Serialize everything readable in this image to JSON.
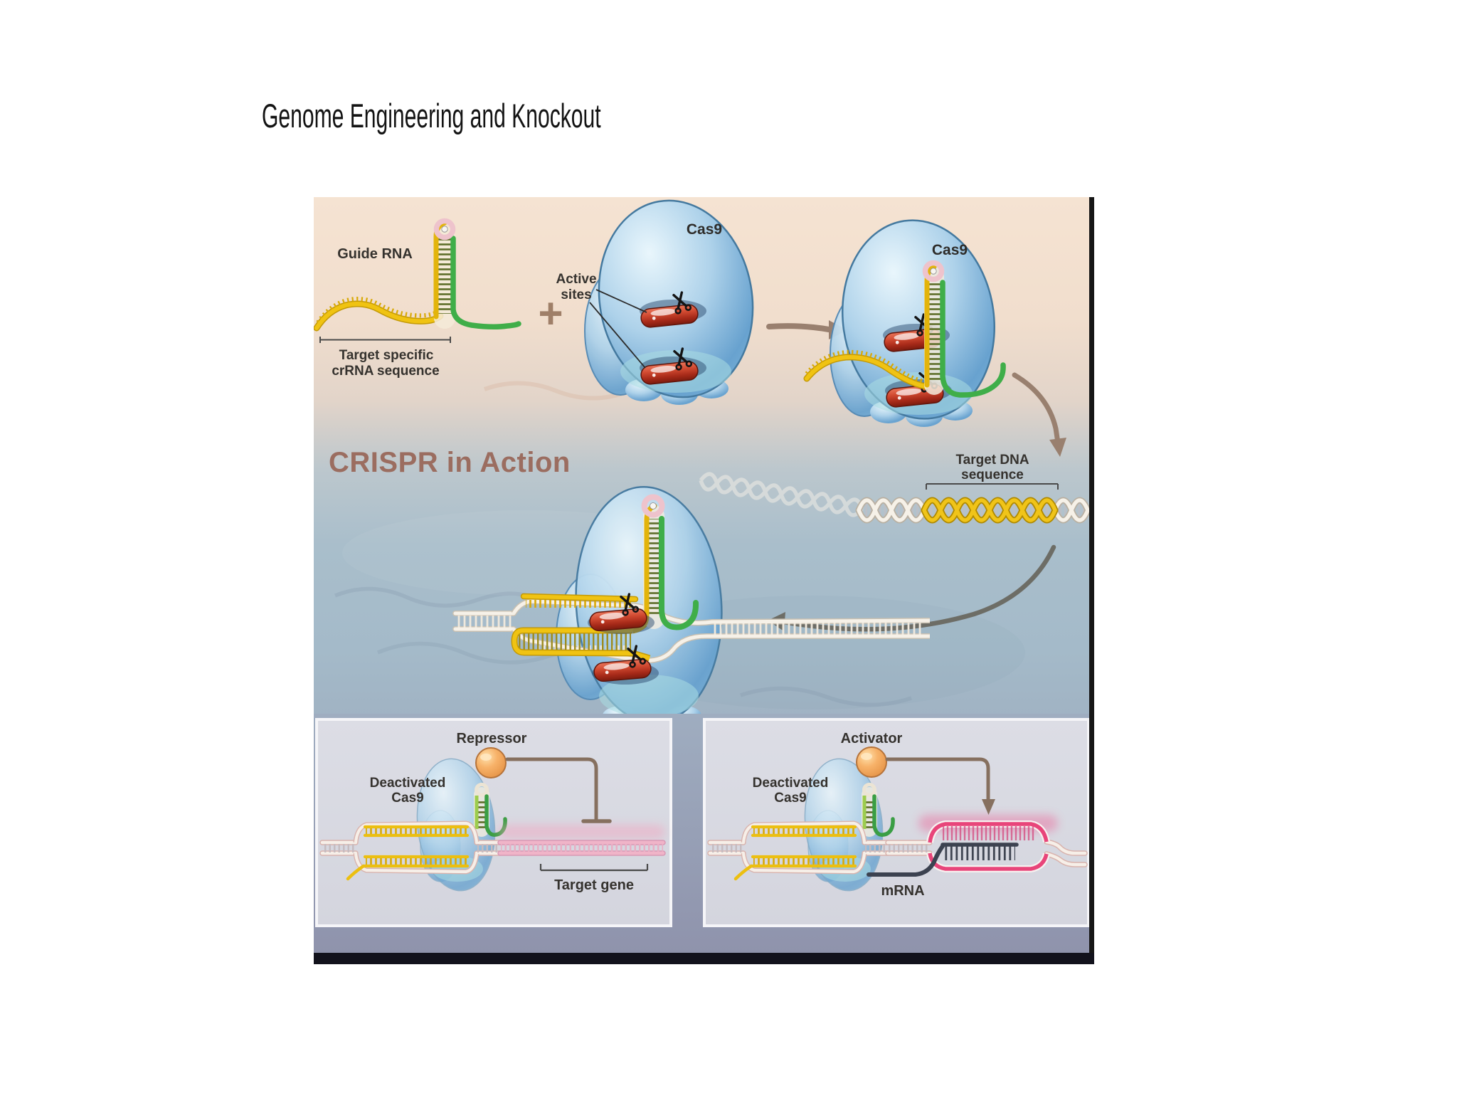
{
  "page": {
    "title": "Genome Engineering and Knockout"
  },
  "figure": {
    "heading": "CRISPR in Action",
    "labels": {
      "guide_rna": "Guide RNA",
      "crrna_line1": "Target specific",
      "crrna_line2": "crRNA sequence",
      "plus_sign": "+",
      "cas9_first": "Cas9",
      "active_sites_line1": "Active",
      "active_sites_line2": "sites",
      "cas9_second": "Cas9",
      "target_dna_line1": "Target DNA",
      "target_dna_line2": "sequence"
    },
    "repressor_panel": {
      "title": "Repressor",
      "deactivated_line1": "Deactivated",
      "deactivated_line2": "Cas9",
      "gene_label": "Target gene"
    },
    "activator_panel": {
      "title": "Activator",
      "deactivated_line1": "Deactivated",
      "deactivated_line2": "Cas9",
      "mrna_label": "mRNA"
    },
    "colors": {
      "cas9_blue": "#6da2cf",
      "guide_rna_yellow": "#f0c312",
      "scaffold_green": "#3fae49",
      "active_site_red": "#c23f2a",
      "regulator_orange": "#f2a14e",
      "target_gene_pink": "#e8457a",
      "dna_white": "#f5efe6",
      "mrna_dark": "#3c4250",
      "arrow_brown": "#8a7365",
      "heading_brown": "#9b6d60"
    }
  }
}
